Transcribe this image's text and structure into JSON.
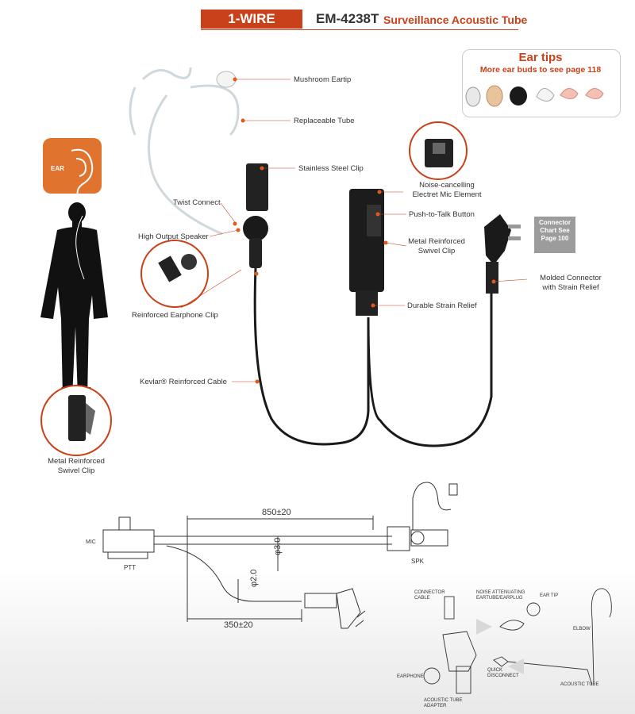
{
  "header": {
    "tag": "1-WIRE",
    "model": "EM-4238T",
    "title": "Surveillance Acoustic Tube"
  },
  "ear_tips": {
    "title": "Ear tips",
    "subtitle": "More ear buds to see page 118"
  },
  "ear_icon_label": "EAR",
  "connector_box": {
    "line1": "Connector",
    "line2": "Chart See",
    "line3": "Page 100"
  },
  "labels": {
    "mushroom_eartip": "Mushroom Eartip",
    "replaceable_tube": "Replaceable Tube",
    "stainless_clip": "Stainless Steel Clip",
    "twist_connect": "Twist Connect",
    "high_output_speaker": "High Output Speaker",
    "reinforced_earphone_clip": "Reinforced Earphone Clip",
    "noise_cancel_1": "Noise-cancelling",
    "noise_cancel_2": "Electret Mic Element",
    "ptt_button": "Push-to-Talk Button",
    "swivel_1": "Metal Reinforced",
    "swivel_2": "Swivel Clip",
    "molded_1": "Molded Connector",
    "molded_2": "with Strain Relief",
    "strain_relief": "Durable Strain Relief",
    "kevlar_cable": "Kevlar® Reinforced Cable",
    "left_swivel_1": "Metal Reinforced",
    "left_swivel_2": "Swivel Clip"
  },
  "drawing": {
    "length_top": "850±20",
    "length_bottom": "350±20",
    "dia_1": "φ3.0",
    "dia_2": "φ2.0",
    "mic": "MIC",
    "ptt": "PTT",
    "spk": "SPK"
  },
  "exploded": {
    "connector_cable_1": "CONNECTOR",
    "connector_cable_2": "CABLE",
    "noise_1": "NOISE ATTENUATING",
    "noise_2": "EARTUBE/EARPLUG",
    "ear_tip": "EAR TIP",
    "elbow": "ELBOW",
    "earphone": "EARPHONE",
    "quick_1": "QUICK",
    "quick_2": "DISCONNECT",
    "acoustic_tube": "ACOUSTIC TUBE",
    "adapter_1": "ACOUSTIC TUBE",
    "adapter_2": "ADAPTER"
  },
  "colors": {
    "accent": "#c9411a",
    "dot": "#e05a1c",
    "cable": "#1a1a1a"
  }
}
